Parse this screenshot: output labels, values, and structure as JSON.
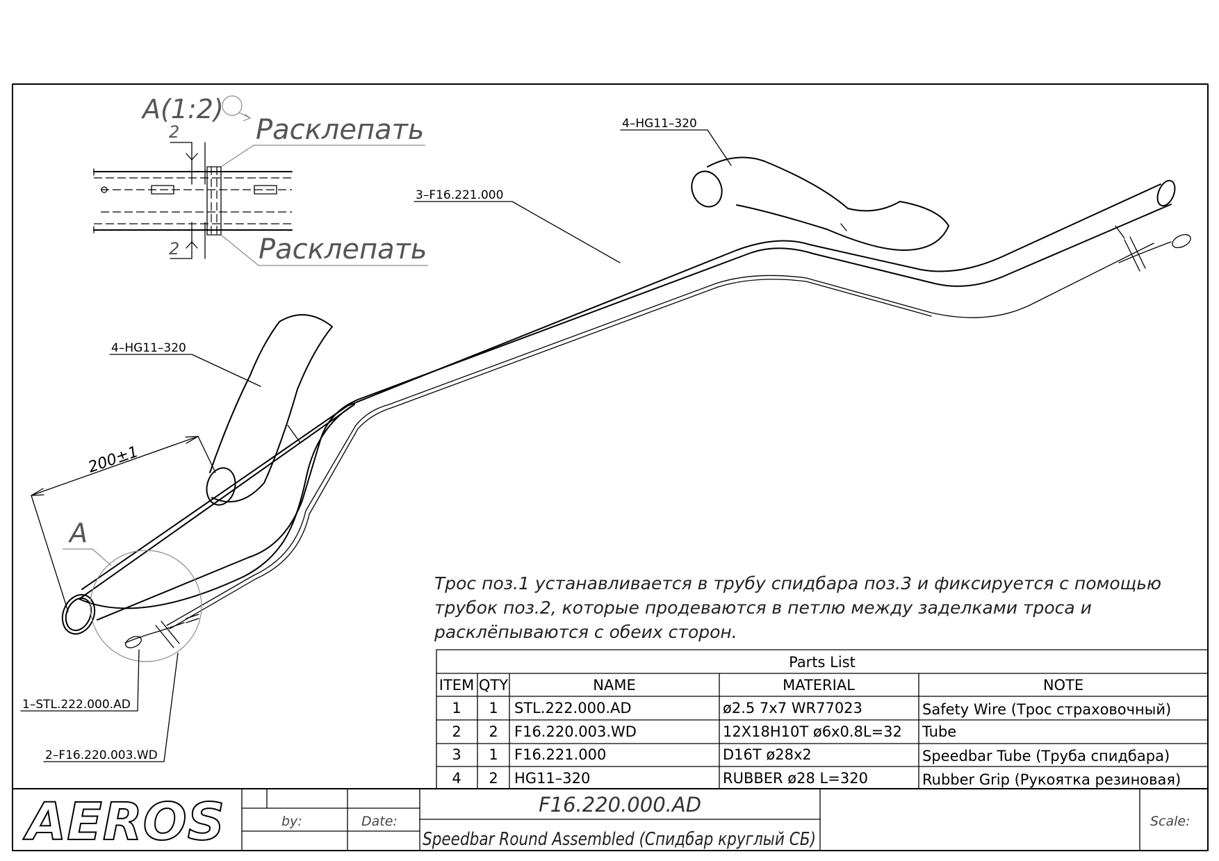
{
  "detail_view": {
    "label": "A(1:2)",
    "dim_top": "2",
    "dim_bottom": "2",
    "rivet_top_label": "Расклепать",
    "rivet_bottom_label": "Расклепать"
  },
  "callouts": {
    "grip_top": "4–HG11–320",
    "speedbar_tube": "3–F16.221.000",
    "grip_left": "4–HG11–320",
    "length_dim": "200±1",
    "view_marker": "A",
    "wire": "1–STL.222.000.AD",
    "tube": "2–F16.220.003.WD"
  },
  "note": {
    "line1": "Трос поз.1 устанавливается в трубу спидбара поз.3 и фиксируется с помощью",
    "line2": "трубок поз.2, которые продеваются в петлю между заделками троса и",
    "line3": "расклёпываются с обеих сторон."
  },
  "parts_list": {
    "title": "Parts List",
    "columns": [
      "ITEM",
      "QTY",
      "NAME",
      "MATERIAL",
      "NOTE"
    ],
    "rows": [
      [
        "1",
        "1",
        "STL.222.000.AD",
        "ø2.5  7x7  WR77023",
        "Safety  Wire  (Трос  страховочный)"
      ],
      [
        "2",
        "2",
        "F16.220.003.WD",
        "12X18H10T  ø6x0.8L=32",
        "Tube"
      ],
      [
        "3",
        "1",
        "F16.221.000",
        "D16T  ø28x2",
        "Speedbar  Tube  (Труба  спидбара)"
      ],
      [
        "4",
        "2",
        "HG11–320",
        "RUBBER  ø28  L=320",
        "Rubber  Grip  (Рукоятка  резиновая)"
      ]
    ]
  },
  "title_block": {
    "logo": "AEROS",
    "by_label": "by:",
    "date_label": "Date:",
    "drawing_number": "F16.220.000.AD",
    "drawing_title": "Speedbar Round Assembled (Спидбар круглый СБ)",
    "scale_label": "Scale:"
  }
}
